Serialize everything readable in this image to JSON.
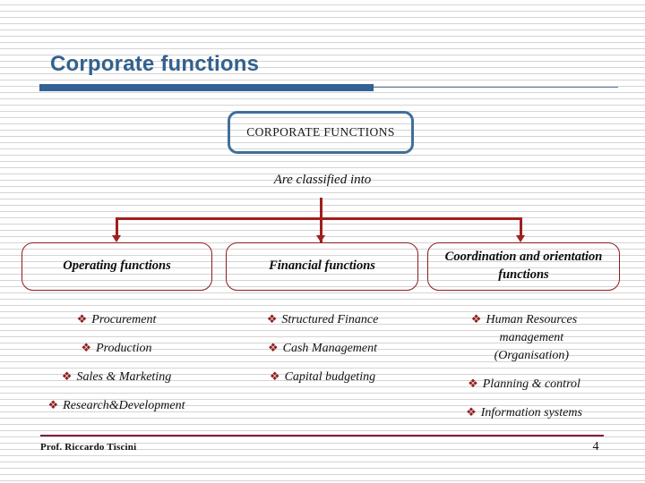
{
  "slide": {
    "title": "Corporate functions",
    "title_color": "#33618e",
    "accent_bar_color": "#326195",
    "connector_color": "#a01f1f",
    "box_border_color": "#8f1d1d",
    "top_box_border_color": "#3f6f9a",
    "footer_rule_color": "#7d1f3d"
  },
  "top_box": {
    "label": "CORPORATE FUNCTIONS"
  },
  "classified_note": "Are classified into",
  "categories": [
    {
      "label": "Operating functions"
    },
    {
      "label": "Financial functions"
    },
    {
      "label": "Coordination and\norientation functions"
    }
  ],
  "bullet_glyph": "❖",
  "columns": [
    {
      "items": [
        "Procurement",
        "Production",
        "Sales & Marketing",
        "Research&Development"
      ]
    },
    {
      "items": [
        "Structured Finance",
        "Cash Management",
        "Capital budgeting"
      ]
    },
    {
      "items": [
        "Human Resources\nmanagement\n(Organisation)",
        "Planning & control",
        "Information systems"
      ]
    }
  ],
  "footer": {
    "author": "Prof. Riccardo Tiscini",
    "page_number": "4"
  }
}
